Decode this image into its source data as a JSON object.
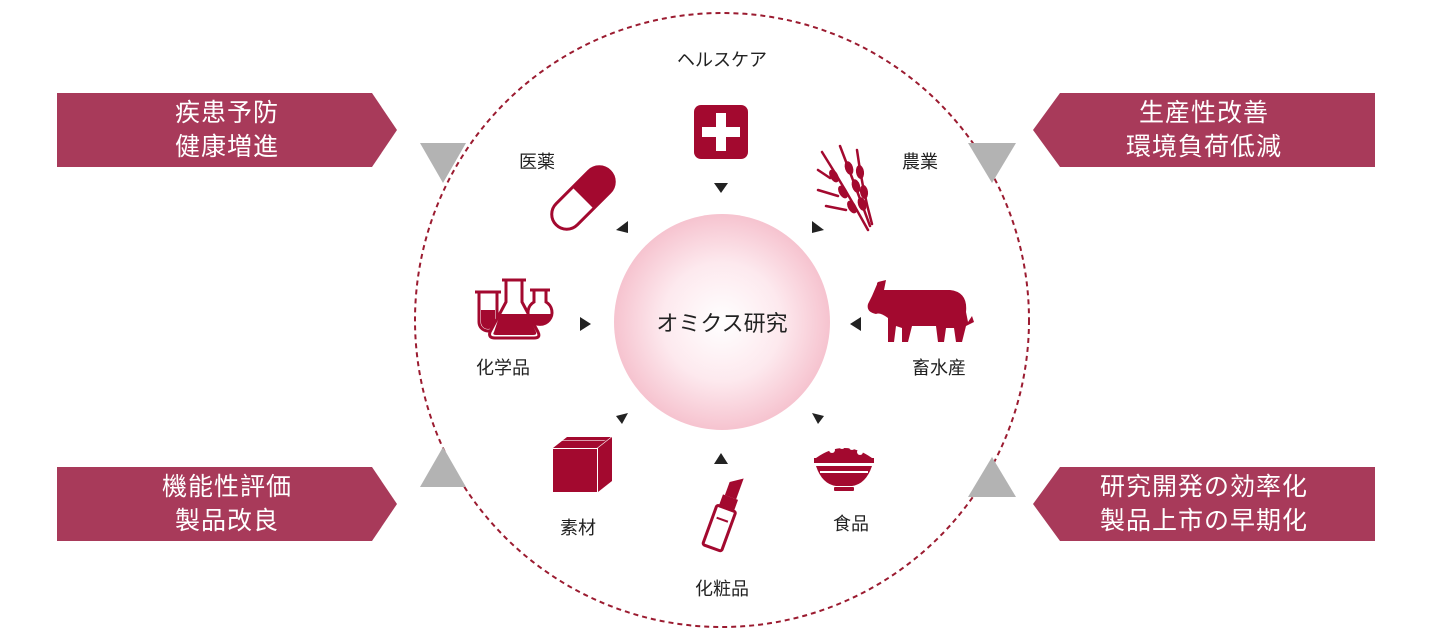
{
  "colors": {
    "banner": "#a83a5a",
    "icon": "#a3092f",
    "arrow": "#222222",
    "dashed_circle": "#9b1b30",
    "gray_triangle": "#b3b3b3",
    "center_glow": "#f8c8d2"
  },
  "center": {
    "label": "オミクス研究"
  },
  "banners": {
    "top_left": {
      "line1": "疾患予防",
      "line2": "健康増進"
    },
    "top_right": {
      "line1": "生産性改善",
      "line2": "環境負荷低減"
    },
    "bottom_left": {
      "line1": "機能性評価",
      "line2": "製品改良"
    },
    "bottom_right": {
      "line1": "研究開発の効率化",
      "line2": "製品上市の早期化"
    }
  },
  "sectors": {
    "healthcare": {
      "label": "ヘルスケア",
      "icon": "medical-cross-icon"
    },
    "medicine": {
      "label": "医薬",
      "icon": "capsule-icon"
    },
    "agriculture": {
      "label": "農業",
      "icon": "wheat-icon"
    },
    "chemicals": {
      "label": "化学品",
      "icon": "flasks-icon"
    },
    "livestock": {
      "label": "畜水産",
      "icon": "cow-icon"
    },
    "materials": {
      "label": "素材",
      "icon": "box-icon"
    },
    "cosmetics": {
      "label": "化粧品",
      "icon": "lipstick-icon"
    },
    "food": {
      "label": "食品",
      "icon": "rice-bowl-icon"
    }
  }
}
